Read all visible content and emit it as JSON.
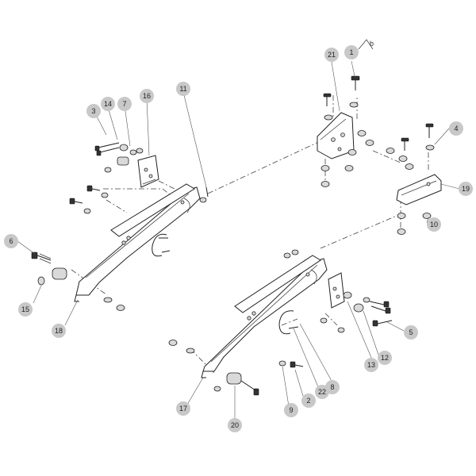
{
  "diagram": {
    "sheet_mark": "b",
    "callouts": [
      {
        "id": "1",
        "label": "1"
      },
      {
        "id": "2",
        "label": "2"
      },
      {
        "id": "3",
        "label": "3"
      },
      {
        "id": "4",
        "label": "4"
      },
      {
        "id": "5",
        "label": "5"
      },
      {
        "id": "6",
        "label": "6"
      },
      {
        "id": "7",
        "label": "7"
      },
      {
        "id": "8",
        "label": "8"
      },
      {
        "id": "9",
        "label": "9"
      },
      {
        "id": "10",
        "label": "10"
      },
      {
        "id": "11",
        "label": "11"
      },
      {
        "id": "12",
        "label": "12"
      },
      {
        "id": "13",
        "label": "13"
      },
      {
        "id": "14",
        "label": "14"
      },
      {
        "id": "15",
        "label": "15"
      },
      {
        "id": "16",
        "label": "16"
      },
      {
        "id": "17",
        "label": "17"
      },
      {
        "id": "18",
        "label": "18"
      },
      {
        "id": "19",
        "label": "19"
      },
      {
        "id": "20",
        "label": "20"
      },
      {
        "id": "21",
        "label": "21"
      },
      {
        "id": "22",
        "label": "22"
      }
    ]
  }
}
